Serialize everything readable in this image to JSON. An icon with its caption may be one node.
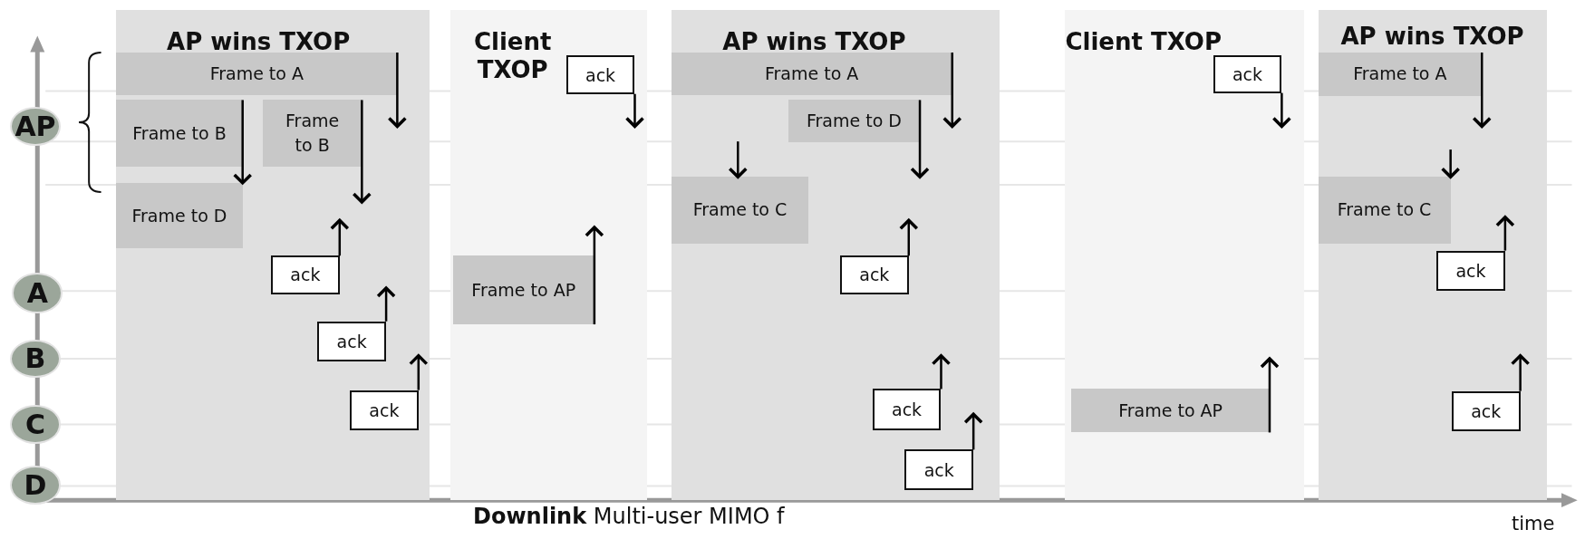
{
  "diagram": {
    "caption": "**Downlink** Multi-user MIMO f",
    "nodes": [
      {
        "text": [
          "AP"
        ]
      },
      {
        "text": [
          "A"
        ]
      },
      {
        "text": [
          "B"
        ]
      },
      {
        "text": [
          "C"
        ]
      },
      {
        "text": [
          "D"
        ]
      },
      {
        "text": [
          "AP wins TXOP"
        ]
      },
      {
        "text": [
          "Frame to A"
        ],
        "in": 5
      },
      {
        "text": [
          "Frame to B"
        ],
        "in": 5
      },
      {
        "text": [
          "Frame to B"
        ],
        "in": 5
      },
      {
        "text": [
          "Frame to D"
        ],
        "in": 5
      },
      {
        "text": [
          "ack"
        ],
        "in": 5
      },
      {
        "text": [
          "ack"
        ],
        "in": 5
      },
      {
        "text": [
          "ack"
        ],
        "in": 5
      },
      {
        "text": [
          "Client TXOP"
        ]
      },
      {
        "text": [
          "ack"
        ],
        "in": 13
      },
      {
        "text": [
          "Frame to AP"
        ],
        "in": 13
      },
      {
        "text": [
          "AP wins TXOP"
        ]
      },
      {
        "text": [
          "Frame to A"
        ],
        "in": 16
      },
      {
        "text": [
          "Frame to D"
        ],
        "in": 16
      },
      {
        "text": [
          "Frame to C"
        ],
        "in": 16
      },
      {
        "text": [
          "ack"
        ],
        "in": 16
      },
      {
        "text": [
          "ack"
        ],
        "in": 16
      },
      {
        "text": [
          "ack"
        ],
        "in": 16
      },
      {
        "text": [
          "Client TXOP"
        ]
      },
      {
        "text": [
          "ack"
        ],
        "in": 23
      },
      {
        "text": [
          "Frame to AP"
        ],
        "in": 23
      },
      {
        "text": [
          "AP wins TXOP"
        ]
      },
      {
        "text": [
          "Frame to A"
        ],
        "in": 26
      },
      {
        "text": [
          "Frame to C"
        ],
        "in": 26
      },
      {
        "text": [
          "ack"
        ],
        "in": 26
      },
      {
        "text": [
          "ack"
        ],
        "in": 26
      }
    ],
    "edges": [
      {
        "from": 6,
        "to": null,
        "arrow": "to"
      },
      {
        "from": 7,
        "to": 9,
        "arrow": "to"
      },
      {
        "from": 8,
        "to": null,
        "arrow": "to"
      },
      {
        "from": 10,
        "to": null,
        "arrow": "to"
      },
      {
        "from": 11,
        "to": null,
        "arrow": "to"
      },
      {
        "from": 12,
        "to": null,
        "arrow": "to"
      },
      {
        "from": 14,
        "to": null,
        "arrow": "to"
      },
      {
        "from": 15,
        "to": null,
        "arrow": "to"
      },
      {
        "from": 17,
        "to": null,
        "arrow": "to"
      },
      {
        "from": 18,
        "to": null,
        "arrow": "to"
      },
      {
        "from": null,
        "to": 19,
        "arrow": "to"
      },
      {
        "from": 20,
        "to": null,
        "arrow": "to"
      },
      {
        "from": 21,
        "to": null,
        "arrow": "to"
      },
      {
        "from": 22,
        "to": null,
        "arrow": "to"
      },
      {
        "from": 24,
        "to": null,
        "arrow": "to"
      },
      {
        "from": 25,
        "to": null,
        "arrow": "to"
      },
      {
        "from": 27,
        "to": null,
        "arrow": "to"
      },
      {
        "from": null,
        "to": 28,
        "arrow": "to"
      },
      {
        "from": 29,
        "to": null,
        "arrow": "to"
      },
      {
        "from": 30,
        "to": null,
        "arrow": "to"
      }
    ],
    "labels": [
      "time"
    ]
  }
}
